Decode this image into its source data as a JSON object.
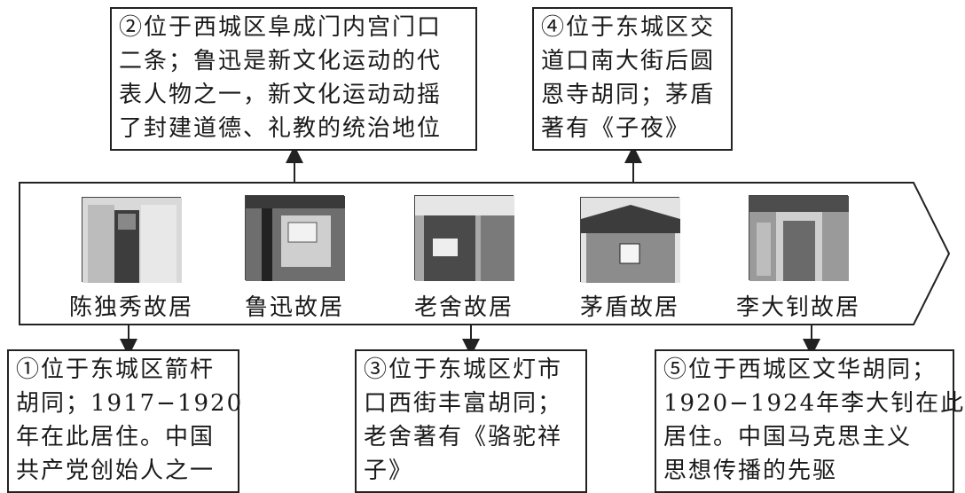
{
  "houses": [
    {
      "name": "陈独秀故居"
    },
    {
      "name": "鲁迅故居"
    },
    {
      "name": "老舍故居"
    },
    {
      "name": "茅盾故居"
    },
    {
      "name": "李大钊故居"
    }
  ],
  "notes": {
    "n1": {
      "lines": [
        "①位于东城区箭杆",
        "胡同；1917−1920",
        "年在此居住。中国",
        "共产党创始人之一"
      ]
    },
    "n2": {
      "lines": [
        "②位于西城区阜成门内宫门口",
        "二条；鲁迅是新文化运动的代",
        "表人物之一，新文化运动动摇",
        "了封建道德、礼教的统治地位"
      ]
    },
    "n3": {
      "lines": [
        "③位于东城区灯市",
        "口西街丰富胡同；",
        "老舍著有《骆驼祥",
        "子》"
      ]
    },
    "n4": {
      "lines": [
        "④位于东城区交",
        "道口南大街后圆",
        "恩寺胡同；茅盾",
        "著有《子夜》"
      ]
    },
    "n5": {
      "lines": [
        "⑤位于西城区文华胡同；",
        "1920−1924年李大钊在此",
        "居住。中国马克思主义",
        "思想传播的先驱"
      ]
    }
  },
  "colors": {
    "stroke": "#222222",
    "text": "#1a1a1a"
  }
}
